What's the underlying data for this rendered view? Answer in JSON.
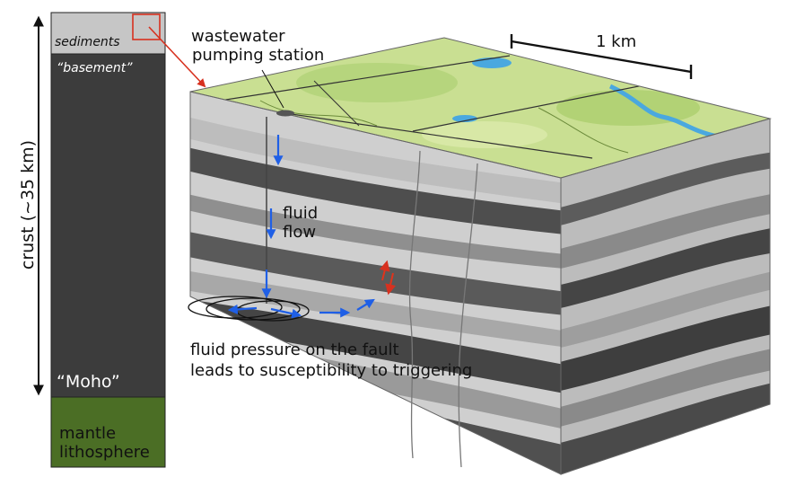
{
  "column": {
    "sediments_label": "sediments",
    "basement_label": "“basement”",
    "moho_label": "“Moho”",
    "mantle_line1": "mantle",
    "mantle_line2": "lithosphere",
    "crust_label": "crust (~35 km)"
  },
  "block": {
    "station_line1": "wastewater",
    "station_line2": "pumping station",
    "scale_label": "1 km",
    "flow_line1": "fluid",
    "flow_line2": "flow",
    "note_line1": "fluid pressure on the fault",
    "note_line2": "leads to susceptibility to triggering"
  },
  "colors": {
    "sediments": "#c6c6c6",
    "crust": "#3c3c3c",
    "mantle": "#4b6e25",
    "inset_box": "#d7311f",
    "flow_arrow": "#1f5fe6",
    "fault_arrow": "#e0341c",
    "land": "#c9df92",
    "water": "#4aa8df"
  }
}
